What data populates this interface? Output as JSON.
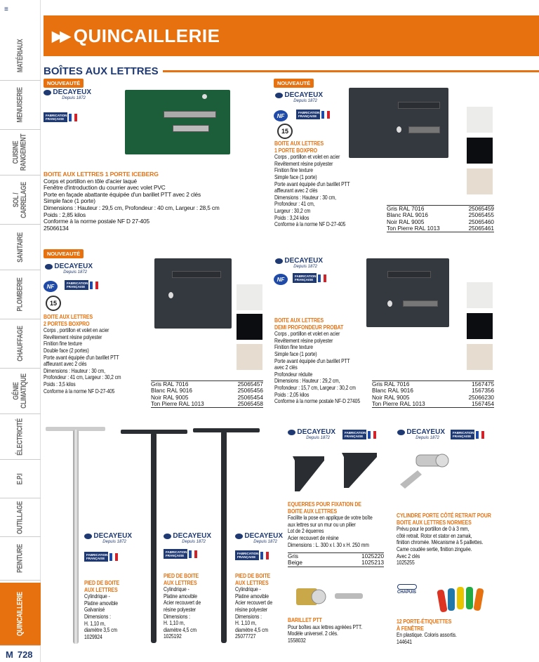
{
  "sidebar": {
    "menu_icon": "≡",
    "tabs": [
      "MATÉRIAUX",
      "MENUISERIE",
      "CUISINE RANGEMENT",
      "SOL / CARRELAGE",
      "SANITAIRE",
      "PLOMBERIE",
      "CHAUFFAGE",
      "GÉNIE CLIMATIQUE",
      "ÉLECTRICITÉ",
      "E.P.I",
      "OUTILLAGE",
      "PEINTURE",
      "QUINCAILLERIE"
    ],
    "active": "QUINCAILLERIE"
  },
  "header": {
    "title": "QUINCAILLERIE",
    "arrows": "▶▶"
  },
  "section": {
    "title": "BOÎTES AUX LETTRES"
  },
  "common": {
    "badge": "NOUVEAUTÉ",
    "brand": "DECAYEUX",
    "brand_tag": "Depuis 1872",
    "fab": "FABRICATION FRANÇAISE",
    "nf": "NF",
    "garantie": "15",
    "brand2": "CHAPUIS"
  },
  "colors": {
    "accent": "#e8710f",
    "blue": "#1f3a73"
  },
  "p1": {
    "title": "BOITE AUX LETTRES 1 PORTE ICEBERG",
    "lines": [
      "Corps et portillon en tôle d'acier laqué",
      "Fenêtre d'introduction du courrier avec volet PVC",
      "Porte en façade abattante équipée d'un barillet PTT avec 2 clés",
      "Simple face (1 porte)",
      "Dimensions : Hauteur : 29,5 cm, Profondeur : 40 cm, Largeur : 28,5 cm",
      "Poids : 2,85 kilos",
      "Conforme à la norme postale NF D 27-405",
      "25066134"
    ]
  },
  "p2": {
    "title1": "BOITE AUX LETTRES",
    "title2": "1 PORTE BOXPRO",
    "lines": [
      "Corps , portillon et volet en acier",
      "Revêtement résine polyester",
      "Finition fine texture",
      "Simple face (1 porte)",
      "Porte avant équipée d'un barillet PTT",
      "affleurant avec 2 clés",
      "Dimensions : Hauteur : 30 cm,",
      "Profondeur : 41 cm,",
      "Largeur : 30,2 cm",
      "Poids : 3,24 kilos",
      "Conforme à la norme NF D-27-405"
    ],
    "refs": [
      [
        "Gris RAL 7016",
        "25065459"
      ],
      [
        "Blanc RAL 9016",
        "25065455"
      ],
      [
        "Noir RAL 9005",
        "25065460"
      ],
      [
        "Ton Pierre RAL 1013",
        "25065461"
      ]
    ]
  },
  "p3": {
    "title1": "BOITE AUX LETTRES",
    "title2": "2 PORTES BOXPRO",
    "lines": [
      "Corps , portillon et volet en acier",
      "Revêtement résine polyester",
      "Finition fine texture",
      "Double face (2 portes)",
      "Porte avant équipée d'un barillet PTT",
      "affleurant avec 2 clés",
      "Dimensions : Hauteur : 30 cm,",
      "Profondeur : 41 cm, Largeur : 30,2 cm",
      "Poids : 3,5 kilos",
      "Conforme à la norme NF D-27-405"
    ],
    "refs": [
      [
        "Gris RAL 7016",
        "25065457"
      ],
      [
        "Blanc RAL 9016",
        "25065456"
      ],
      [
        "Noir RAL 9005",
        "25065454"
      ],
      [
        "Ton Pierre RAL 1013",
        "25065458"
      ]
    ]
  },
  "p4": {
    "title1": "BOITE AUX LETTRES",
    "title2": "DEMI PROFONDEUR PROBAT",
    "lines": [
      "Corps , portillon et volet en acier",
      "Revêtement résine polyester",
      "Finition fine texture",
      "Simple face (1 porte)",
      "Porte avant équipée d'un barillet PTT",
      "avec 2 clés",
      "Profondeur réduite",
      "Dimensions : Hauteur : 29,2 cm,",
      "Profondeur : 15,7 cm, Largeur : 30,2 cm",
      "Poids : 2,05 kilos",
      "Conforme à la norme postale NF-D 27405"
    ],
    "refs": [
      [
        "Gris RAL 7016",
        "1567475"
      ],
      [
        "Blanc RAL 9016",
        "1567356"
      ],
      [
        "Noir RAL 9005",
        "25066230"
      ],
      [
        "Ton Pierre RAL 1013",
        "1567454"
      ]
    ]
  },
  "posts": [
    {
      "title1": "PIED DE BOITE",
      "title2": "AUX LETTRES",
      "lines": [
        "Cylindrique -",
        "Platine amovible",
        "Galvanisé",
        "Dimensions :",
        "H. 1,10 m,",
        "diamètre 3,5 cm",
        "1029924"
      ]
    },
    {
      "title1": "PIED DE BOITE",
      "title2": "AUX LETTRES",
      "lines": [
        "Cylindrique -",
        "Platine amovible",
        "Acier recouvert de",
        "résine polyester",
        "Dimensions :",
        "H. 1,10 m,",
        "diamètre 4,5 cm",
        "1025192"
      ]
    },
    {
      "title1": "PIED DE BOITE",
      "title2": "AUX LETTRES",
      "lines": [
        "Cylindrique -",
        "Platine amovible",
        "Acier recouvert de",
        "résine polyester",
        "Dimensions :",
        "H. 1,10 m,",
        "diamètre 4,5 cm",
        "25077727"
      ]
    }
  ],
  "equerres": {
    "title1": "EQUERRES POUR FIXATION DE",
    "title2": "BOITE AUX LETTRES",
    "lines": [
      "Facilite la pose en applique de votre boîte",
      "aux lettres sur un mur ou un pilier",
      "Lot de 2 équerres",
      "Acier recouvert de résine",
      "Dimensions : L. 300 x l. 30 x H. 250 mm"
    ],
    "refs": [
      [
        "Gris",
        "1025220"
      ],
      [
        "Beige",
        "1025213"
      ]
    ]
  },
  "cylindre": {
    "title1": "CYLINDRE PORTE CÔTÉ RETRAIT POUR",
    "title2": "BOITE AUX LETTRES NORMEES",
    "lines": [
      "Prévu pour le portillon de 0 à 3 mm,",
      "côté retrait. Rotor et stator en zamak,",
      "finition chromée. Mécanisme à 5 paillettes.",
      "Came coudée sertie, finition zinguée.",
      "Avec 2 clés",
      "1025255"
    ]
  },
  "barillet": {
    "title": "BARILLET PTT",
    "lines": [
      "Pour boîtes aux lettres agréées PTT.",
      "Modèle universel. 2 clés.",
      "1558032"
    ]
  },
  "etiquettes": {
    "title1": "12 PORTE-ÉTIQUETTES",
    "title2": "À FENÊTRE",
    "lines": [
      "En plastique. Coloris assortis.",
      "144641"
    ]
  },
  "footer": {
    "logo": "M",
    "page": "728"
  }
}
